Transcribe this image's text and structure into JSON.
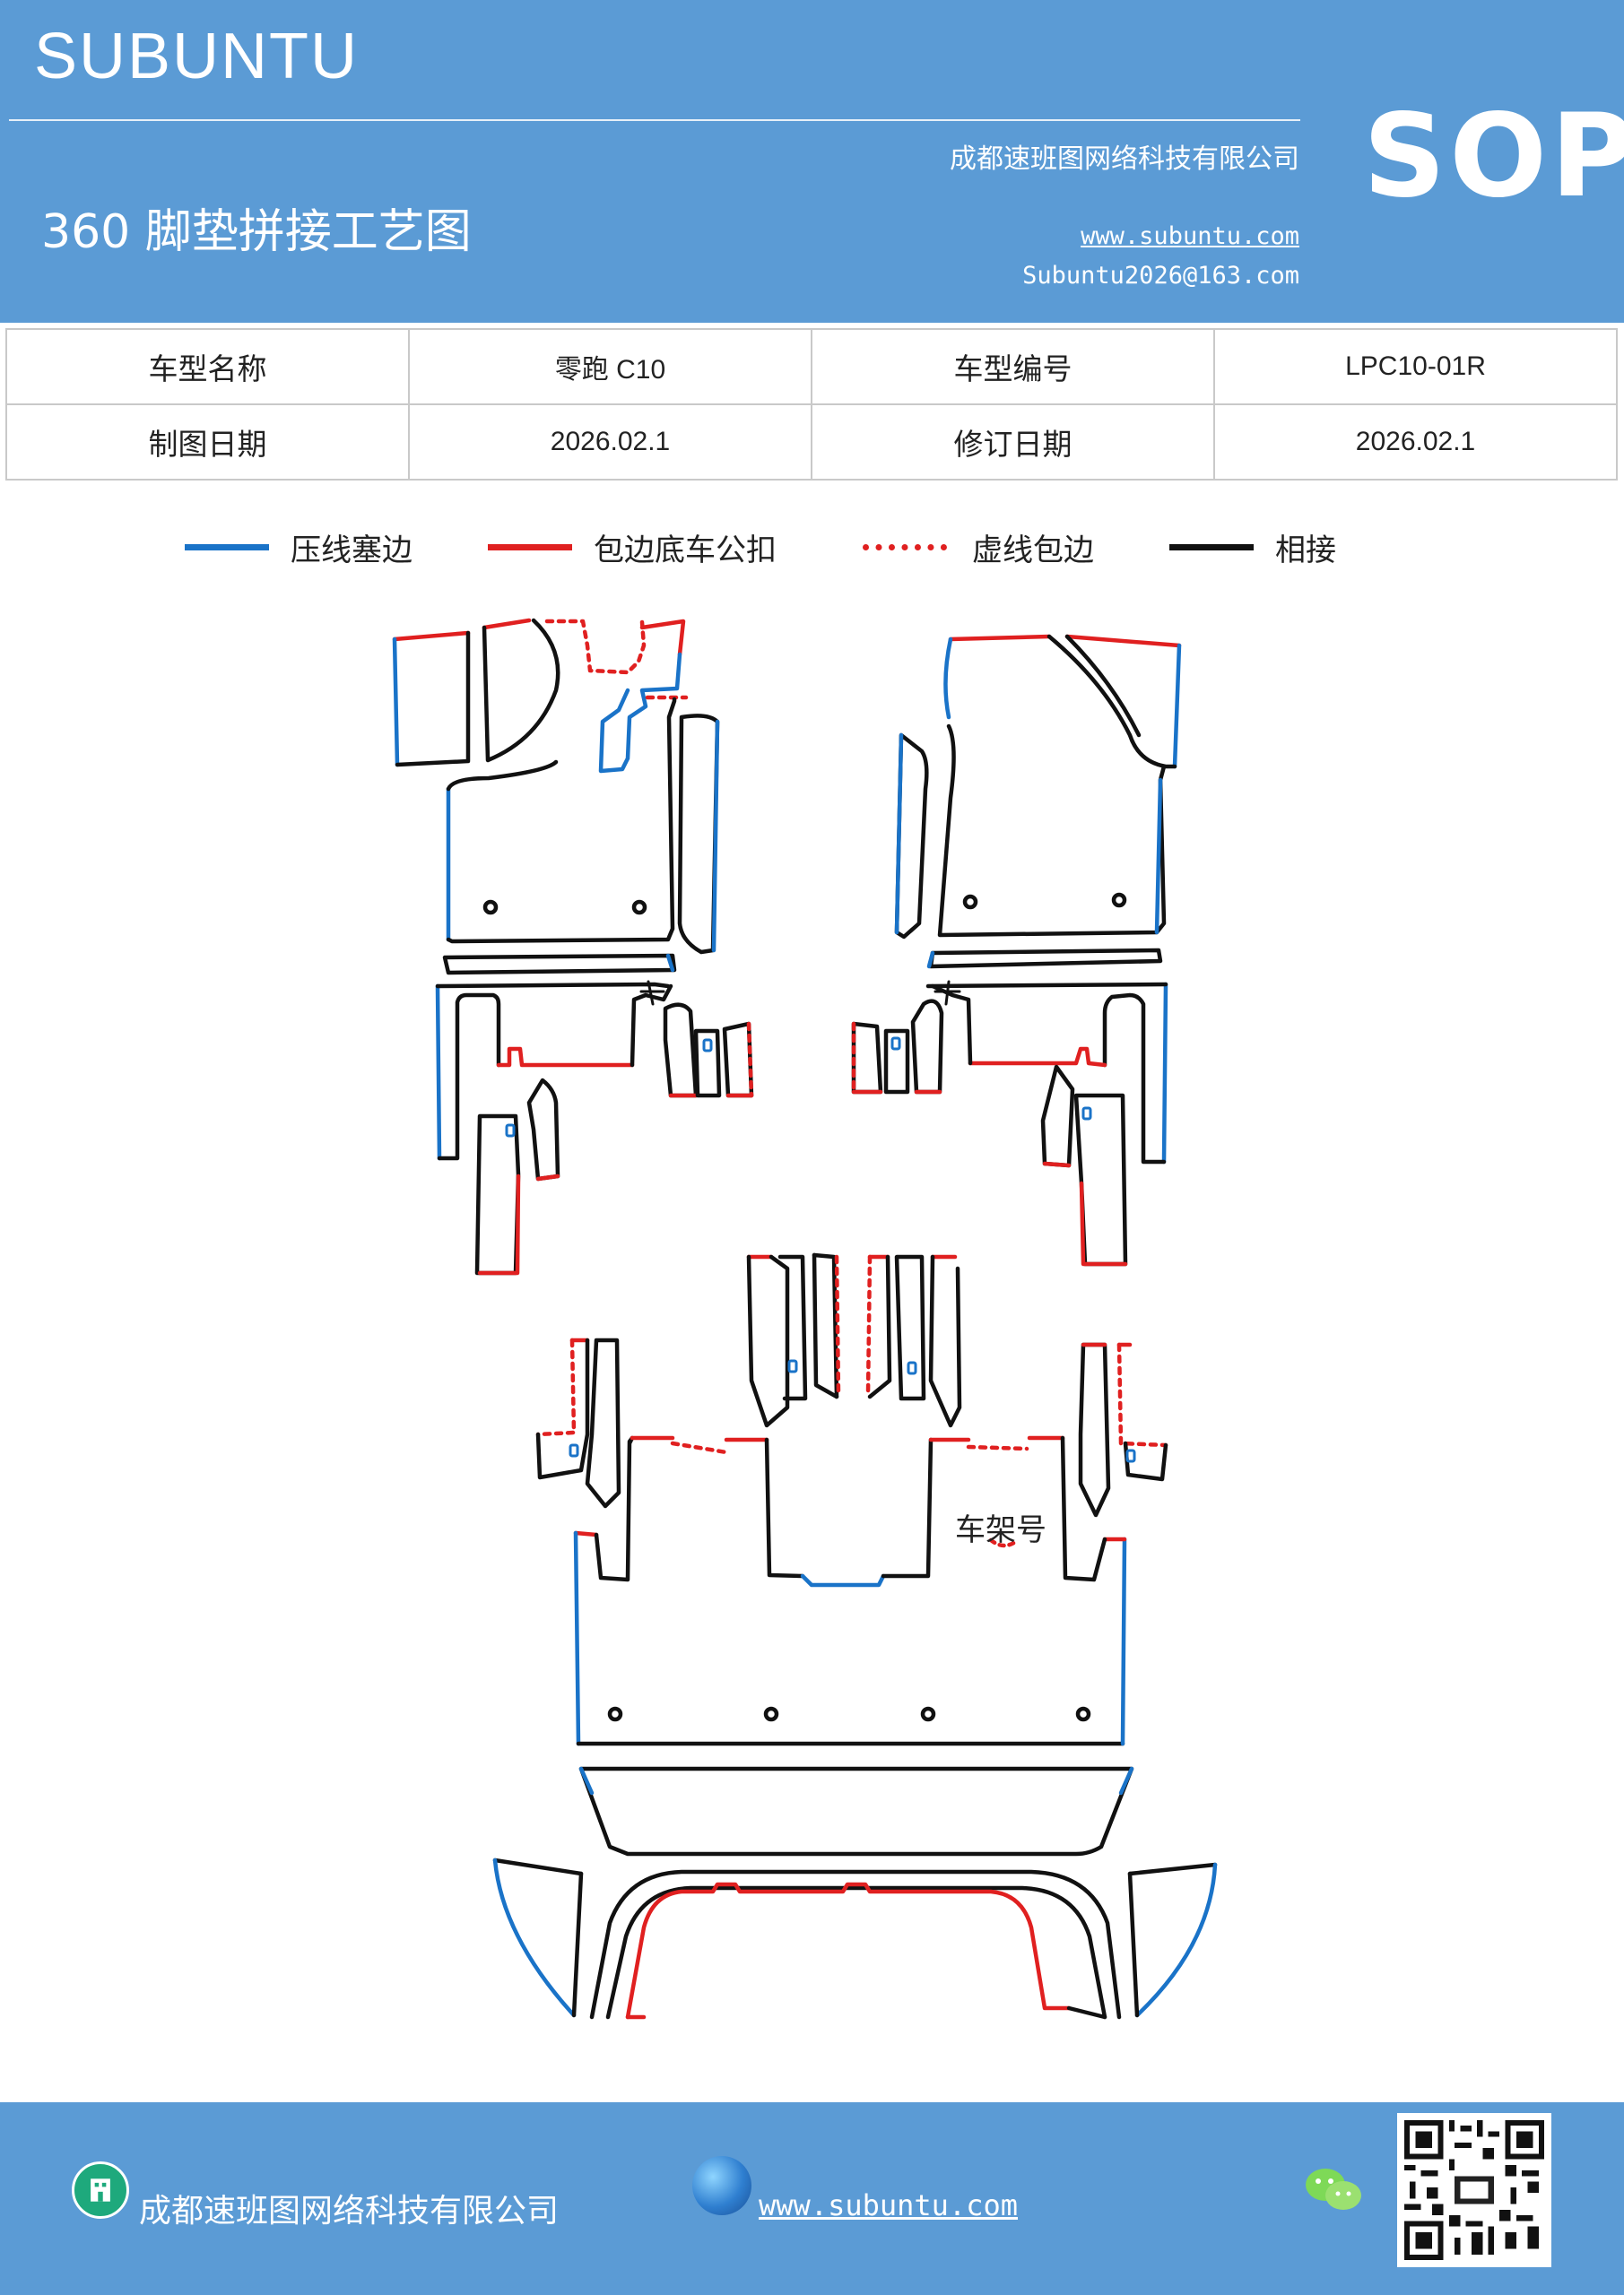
{
  "header": {
    "brand": "SUBUNTU",
    "sop": "SOP",
    "title": "360 脚垫拼接工艺图",
    "company": "成都速班图网络科技有限公司",
    "url": "www.subuntu.com",
    "email": "Subuntu2026@163.com"
  },
  "info": {
    "model_name_label": "车型名称",
    "model_name": "零跑 C10",
    "model_code_label": "车型编号",
    "model_code": "LPC10-01R",
    "draw_date_label": "制图日期",
    "draw_date": "2026.02.1",
    "revise_date_label": "修订日期",
    "revise_date": "2026.02.1"
  },
  "legend": [
    {
      "label": "压线塞边",
      "color": "#1a73c8",
      "style": "solid"
    },
    {
      "label": "包边底车公扣",
      "color": "#e02020",
      "style": "solid"
    },
    {
      "label": "虚线包边",
      "color": "#e02020",
      "style": "dotted"
    },
    {
      "label": "相接",
      "color": "#111111",
      "style": "solid"
    }
  ],
  "diagram": {
    "vin_label": "车架号"
  },
  "footer": {
    "company": "成都速班图网络科技有限公司",
    "url": "www.subuntu.com"
  },
  "colors": {
    "primary": "#5b9bd5",
    "press_line": "#1a73c8",
    "wrap_edge": "#e02020",
    "join": "#111111"
  },
  "icons": [
    "building-icon",
    "globe-icon",
    "wechat-icon",
    "qr-code"
  ]
}
